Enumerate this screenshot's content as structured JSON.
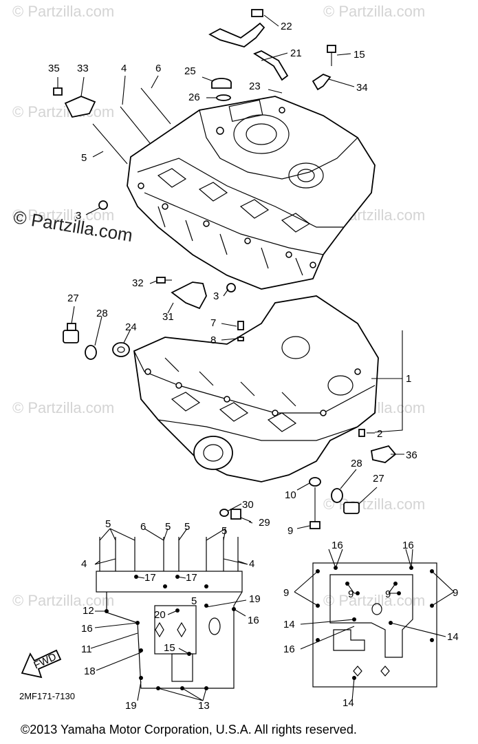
{
  "watermarks": [
    "© Partzilla.com",
    "© Partzilla.com",
    "© Partzilla.com",
    "© Partzilla.com",
    "© Partzilla.com",
    "© Partzilla.com",
    "© Partzilla.com",
    "© Partzilla.com",
    "© Partzilla.com",
    "© Partzilla.com"
  ],
  "main_watermark": "© Partzilla.com",
  "diagram_code": "2MF171-7130",
  "copyright": "©2013 Yamaha Motor Corporation, U.S.A. All rights reserved.",
  "find_arrow_label": "FWD",
  "callouts": {
    "c22": "22",
    "c21": "21",
    "c15a": "15",
    "c34": "34",
    "c35": "35",
    "c33": "33",
    "c4a": "4",
    "c6a": "6",
    "c25": "25",
    "c26": "26",
    "c23": "23",
    "c5a": "5",
    "c3a": "3",
    "c32": "32",
    "c3b": "3",
    "c31": "31",
    "c27a": "27",
    "c28a": "28",
    "c24": "24",
    "c7": "7",
    "c8": "8",
    "c1": "1",
    "c2": "2",
    "c36": "36",
    "c28b": "28",
    "c27b": "27",
    "c10": "10",
    "c30": "30",
    "c29": "29",
    "c9a": "9",
    "c5b": "5",
    "c6b": "6",
    "c5c": "5",
    "c5d": "5",
    "c4b": "4",
    "c4c": "4",
    "c17a": "17",
    "c17b": "17",
    "c5e": "5",
    "c19a": "19",
    "c12": "12",
    "c20": "20",
    "c16a": "16",
    "c16b": "16",
    "c11": "11",
    "c15b": "15",
    "c18": "18",
    "c19b": "19",
    "c13": "13",
    "c16c": "16",
    "c16d": "16",
    "c9b": "9",
    "c9c": "9",
    "c9d": "9",
    "c9e": "9",
    "c14a": "14",
    "c14b": "14",
    "c16e": "16",
    "c14c": "14"
  }
}
